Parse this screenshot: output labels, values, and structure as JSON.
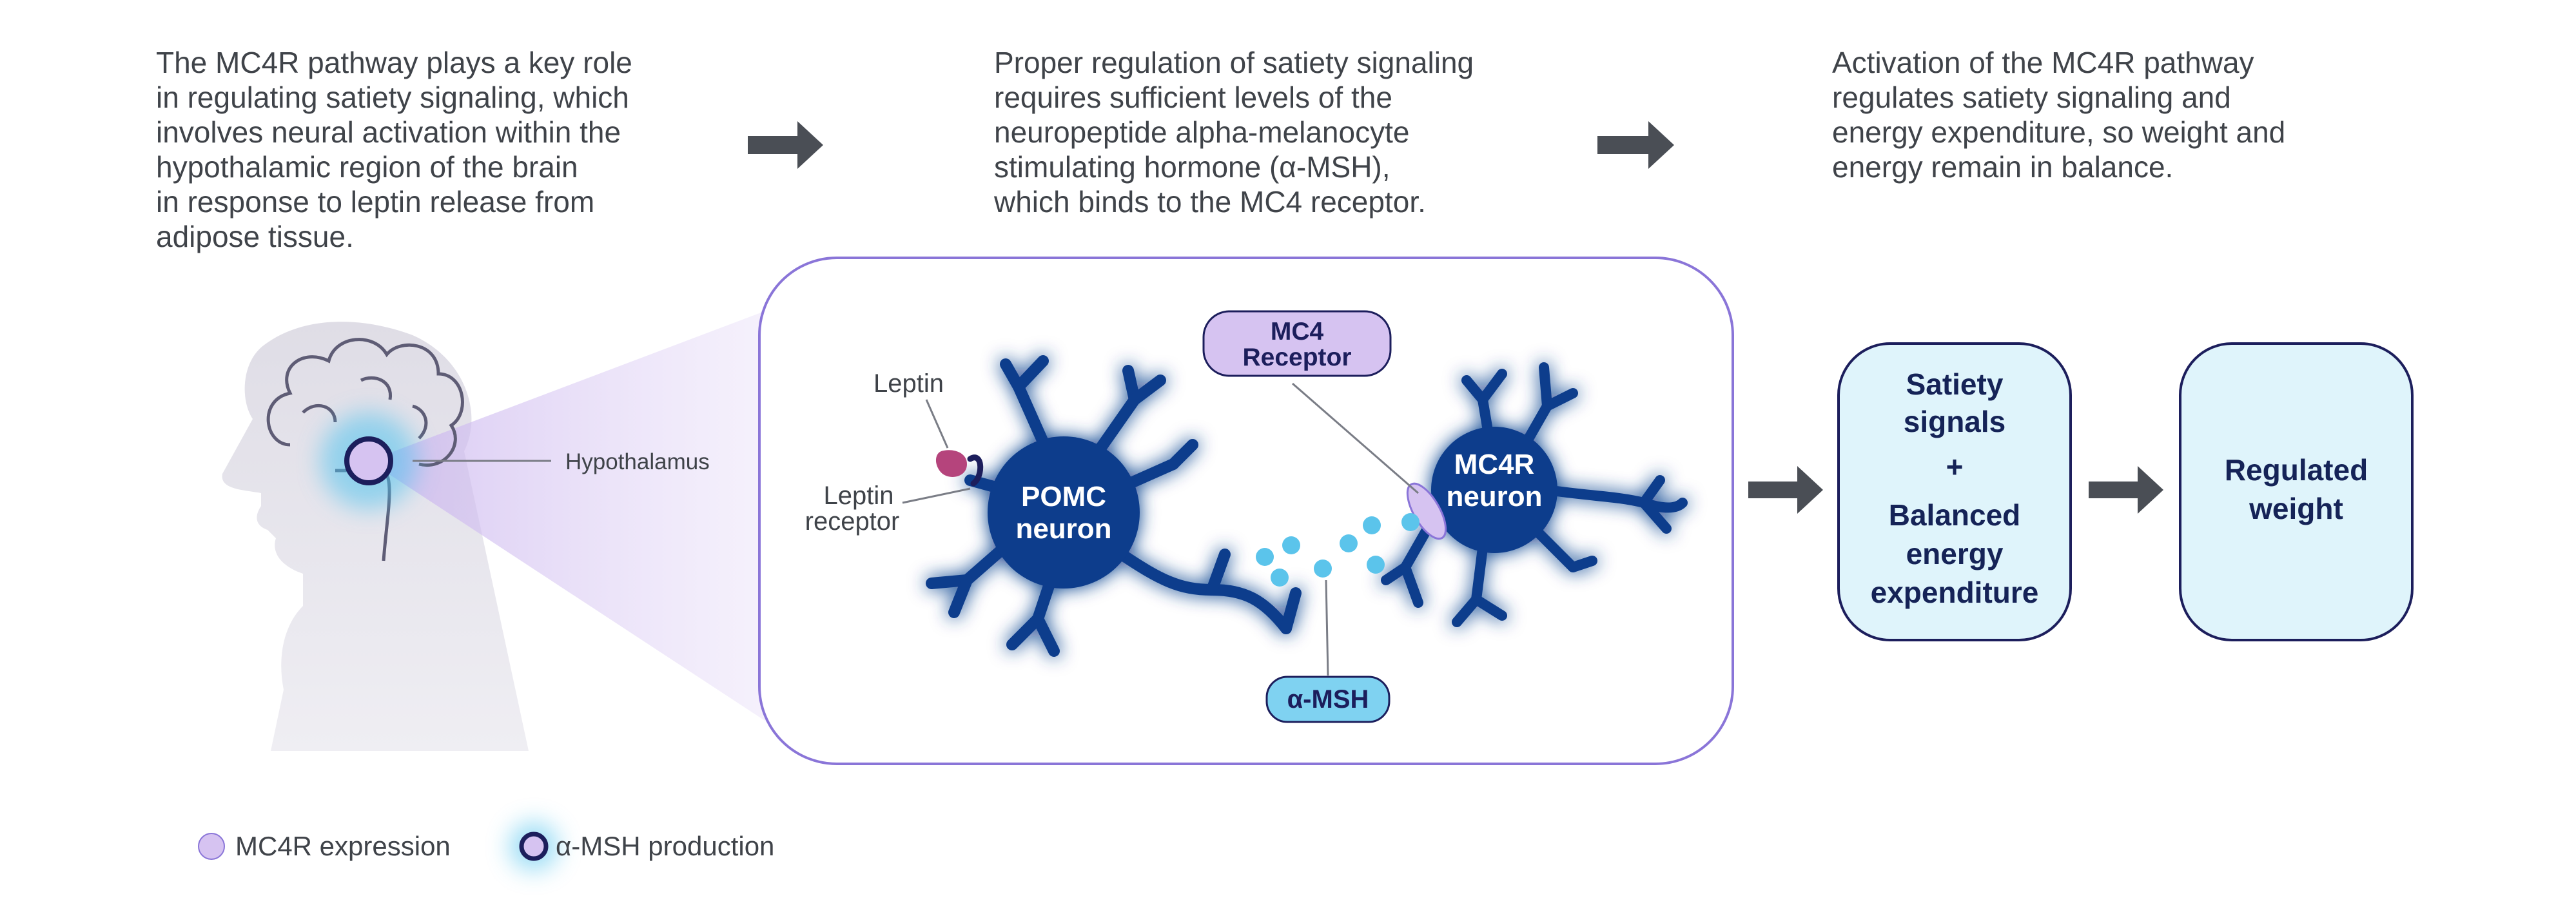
{
  "intro": {
    "col1": "The MC4R pathway plays a key role\nin regulating satiety signaling, which\ninvolves neural activation within the\nhypothalamic region of the brain\nin response to leptin release from\nadipose tissue.",
    "col2": "Proper regulation of satiety signaling\nrequires sufficient levels of the\nneuropeptide alpha-melanocyte\nstimulating hormone (α-MSH),\nwhich binds to the MC4 receptor.",
    "col3": "Activation of the MC4R pathway\nregulates satiety signaling and\nenergy expenditure, so weight and\nenergy remain in balance."
  },
  "head": {
    "hypothalamus_label": "Hypothalamus"
  },
  "neurons": {
    "leptin": "Leptin",
    "leptin_receptor_1": "Leptin",
    "leptin_receptor_2": "receptor",
    "pomc_1": "POMC",
    "pomc_2": "neuron",
    "mc4r_1": "MC4R",
    "mc4r_2": "neuron",
    "receptor_1": "MC4",
    "receptor_2": "Receptor",
    "amsh": "α-MSH"
  },
  "outcomes": {
    "box1_line1": "Satiety",
    "box1_line2": "signals",
    "box1_plus": "+",
    "box1_line3": "Balanced",
    "box1_line4": "energy",
    "box1_line5": "expenditure",
    "box2_line1": "Regulated",
    "box2_line2": "weight"
  },
  "legend": {
    "mc4r_expression": "MC4R expression",
    "amsh_production": "α-MSH production"
  },
  "colors": {
    "text": "#3f4349",
    "neuron": "#0d3c8c",
    "neuron_glow": "#4fc3ee",
    "lavender": "#d6c3f1",
    "outline": "#1c1e5c",
    "panel_border": "#8a75d8",
    "box_fill": "#dff4fb",
    "arrow": "#4a4e55"
  }
}
